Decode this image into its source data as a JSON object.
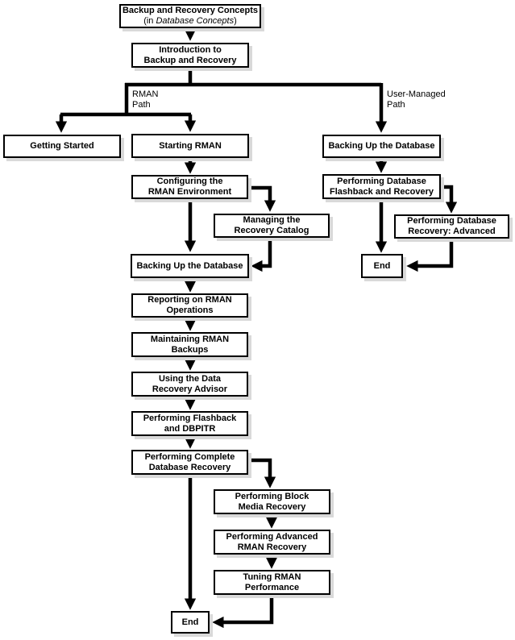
{
  "diagram": {
    "colors": {
      "box_fill": "#ffffff",
      "box_border": "#000000",
      "box_shadow": "#d9d9d9",
      "connector": "#000000",
      "text": "#000000"
    },
    "labels": {
      "rman_path": {
        "line1": "RMAN",
        "line2": "Path"
      },
      "user_path": {
        "line1": "User-Managed",
        "line2": "Path"
      }
    },
    "nodes": {
      "concepts": {
        "line1": "Backup and Recovery Concepts",
        "sub_prefix": "(in ",
        "sub_italic": "Database Concepts",
        "sub_suffix": ")"
      },
      "intro": {
        "line1": "Introduction to",
        "line2": "Backup and Recovery"
      },
      "getting_started": {
        "line1": "Getting Started"
      },
      "starting_rman": {
        "line1": "Starting RMAN"
      },
      "configuring": {
        "line1": "Configuring the",
        "line2": "RMAN Environment"
      },
      "managing_catalog": {
        "line1": "Managing the",
        "line2": "Recovery Catalog"
      },
      "backing_up_left": {
        "line1": "Backing Up the Database"
      },
      "reporting": {
        "line1": "Reporting on RMAN",
        "line2": "Operations"
      },
      "maintaining": {
        "line1": "Maintaining RMAN",
        "line2": "Backups"
      },
      "using_dra": {
        "line1": "Using the Data",
        "line2": "Recovery Advisor"
      },
      "flashback_dbpitr": {
        "line1": "Performing Flashback",
        "line2": "and DBPITR"
      },
      "complete_recovery": {
        "line1": "Performing Complete",
        "line2": "Database Recovery"
      },
      "block_media": {
        "line1": "Performing Block",
        "line2": "Media Recovery"
      },
      "advanced_rman": {
        "line1": "Performing Advanced",
        "line2": "RMAN Recovery"
      },
      "tuning": {
        "line1": "Tuning RMAN",
        "line2": "Performance"
      },
      "end_bottom": {
        "line1": "End"
      },
      "backing_up_right": {
        "line1": "Backing Up the Database"
      },
      "db_flashback": {
        "line1": "Performing Database",
        "line2": "Flashback and Recovery"
      },
      "db_recovery_adv": {
        "line1": "Performing Database",
        "line2": "Recovery: Advanced"
      },
      "end_right": {
        "line1": "End"
      }
    }
  }
}
